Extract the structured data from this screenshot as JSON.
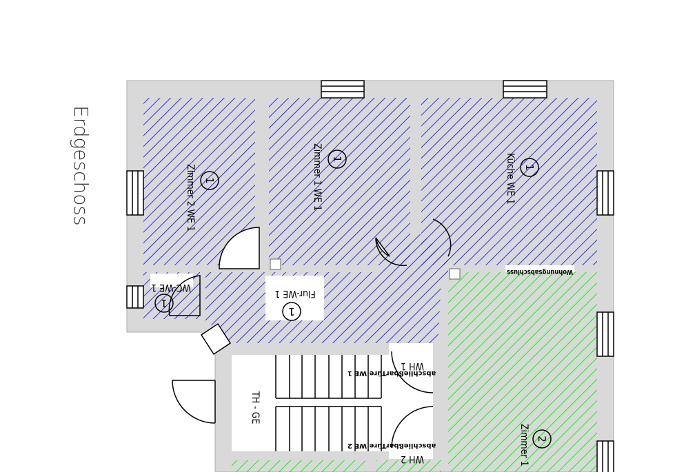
{
  "plan": {
    "title": "Erdgeschoss",
    "colors": {
      "wall": "#d9d9d9",
      "we1_hatch": "#0000ff",
      "we2_hatch": "#00ff00"
    },
    "rooms": [
      {
        "label": "Zimmer 2 WE 1",
        "number": "1"
      },
      {
        "label": "Zimmer 1 WE 1",
        "number": "1"
      },
      {
        "label": "Küche WE 1",
        "number": "1"
      },
      {
        "label": "Flur-WE 1",
        "number": "1"
      },
      {
        "label": "WC-WE 1",
        "number": "1"
      },
      {
        "label": "Zimmer 1",
        "number": "2"
      },
      {
        "label": "TH - GE"
      }
    ],
    "doors": [
      {
        "label": "WH 1",
        "note": "abschließbar",
        "door_label": "Türe WE 1"
      },
      {
        "label": "WH 2",
        "note": "abschließbar",
        "door_label": "Türe WE 2"
      }
    ],
    "wall_note": "Wohnungsabschluss"
  }
}
